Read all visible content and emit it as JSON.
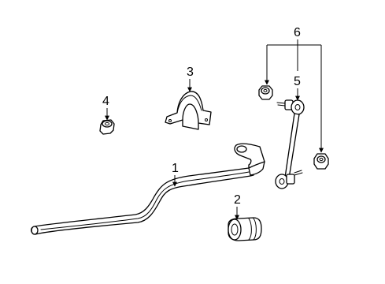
{
  "callouts": {
    "c1": "1",
    "c2": "2",
    "c3": "3",
    "c4": "4",
    "c5": "5",
    "c6": "6"
  },
  "parts": {
    "p1": "stabilizer-bar",
    "p2": "bushing",
    "p3": "bracket",
    "p4": "nut",
    "p5": "stabilizer-link",
    "p6": "nut"
  },
  "colors": {
    "line": "#000000",
    "background": "#ffffff"
  }
}
